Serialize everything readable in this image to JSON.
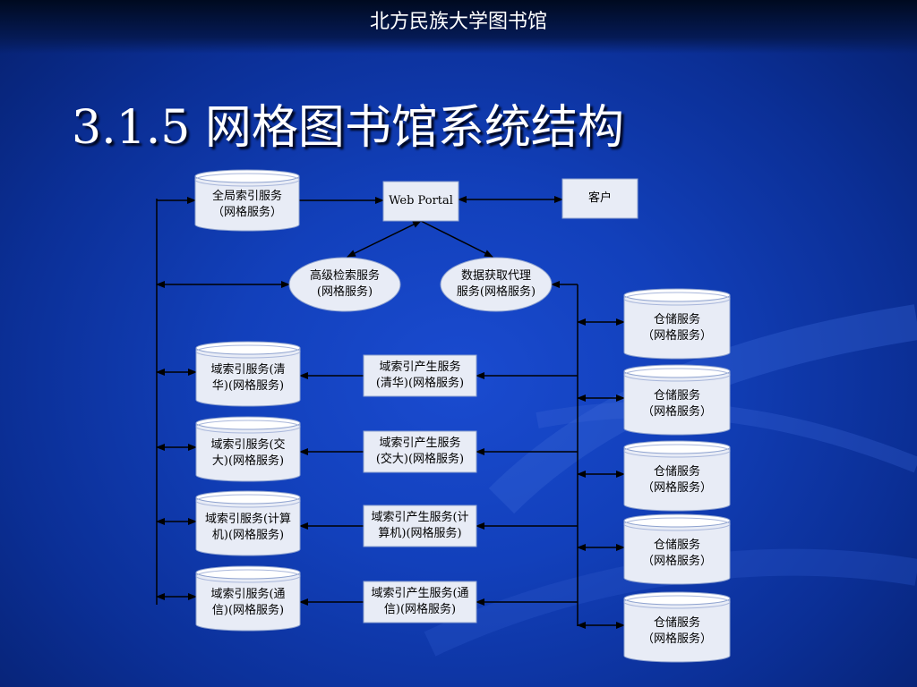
{
  "header": {
    "institution": "北方民族大学图书馆"
  },
  "slide": {
    "title": "3.1.5  网格图书馆系统结构"
  },
  "colors": {
    "node_fill": "#e8ecf6",
    "node_top": "#ffffff",
    "line": "#000000",
    "background": "#0d2f9a"
  },
  "nodes": {
    "global_index": {
      "line1": "全局索引服务",
      "line2": "（网格服务）"
    },
    "web_portal": {
      "line1": "Web Portal"
    },
    "client": {
      "line1": "客户"
    },
    "advanced_search": {
      "line1": "高级检索服务",
      "line2": "(网格服务)"
    },
    "data_proxy": {
      "line1": "数据获取代理",
      "line2": "服务(网格服务)"
    },
    "domain_indexes": [
      {
        "line1": "域索引服务(清",
        "line2": "华)(网格服务)"
      },
      {
        "line1": "域索引服务(交",
        "line2": "大)(网格服务)"
      },
      {
        "line1": "域索引服务(计算",
        "line2": "机)(网格服务)"
      },
      {
        "line1": "域索引服务(通",
        "line2": "信)(网格服务)"
      }
    ],
    "index_generators": [
      {
        "line1": "域索引产生服务",
        "line2": "(清华)(网格服务)"
      },
      {
        "line1": "域索引产生服务",
        "line2": "(交大)(网格服务)"
      },
      {
        "line1": "域索引产生服务(计",
        "line2": "算机)(网格服务)"
      },
      {
        "line1": "域索引产生服务(通",
        "line2": "信)(网格服务)"
      }
    ],
    "storage": [
      {
        "line1": "仓储服务",
        "line2": "（网格服务）"
      },
      {
        "line1": "仓储服务",
        "line2": "（网格服务）"
      },
      {
        "line1": "仓储服务",
        "line2": "（网格服务）"
      },
      {
        "line1": "仓储服务",
        "line2": "（网格服务）"
      },
      {
        "line1": "仓储服务",
        "line2": "（网格服务）"
      }
    ]
  }
}
